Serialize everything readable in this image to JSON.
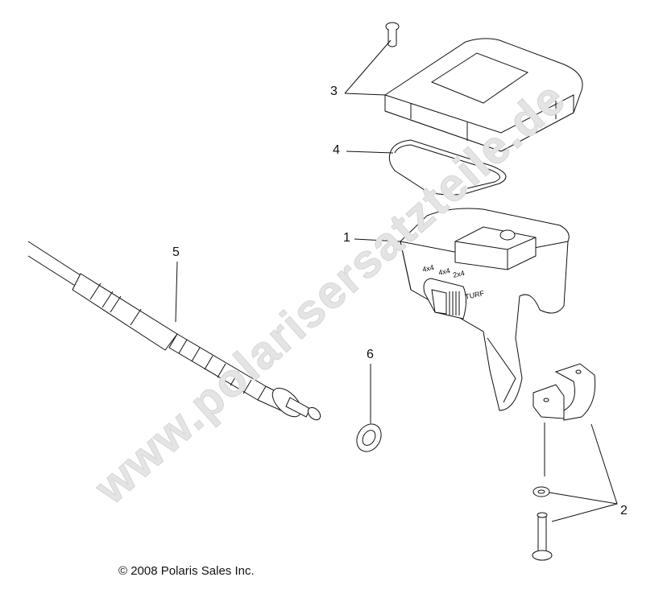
{
  "diagram": {
    "callouts": [
      "1",
      "2",
      "3",
      "4",
      "5",
      "6"
    ],
    "switch_labels": {
      "mode1": "4x4",
      "mode2": "2x4",
      "mode3": "TURF",
      "mode0": "4x4"
    },
    "copyright": "© 2008 Polaris Sales Inc.",
    "watermark": "www.polarisersatzteile.de"
  }
}
